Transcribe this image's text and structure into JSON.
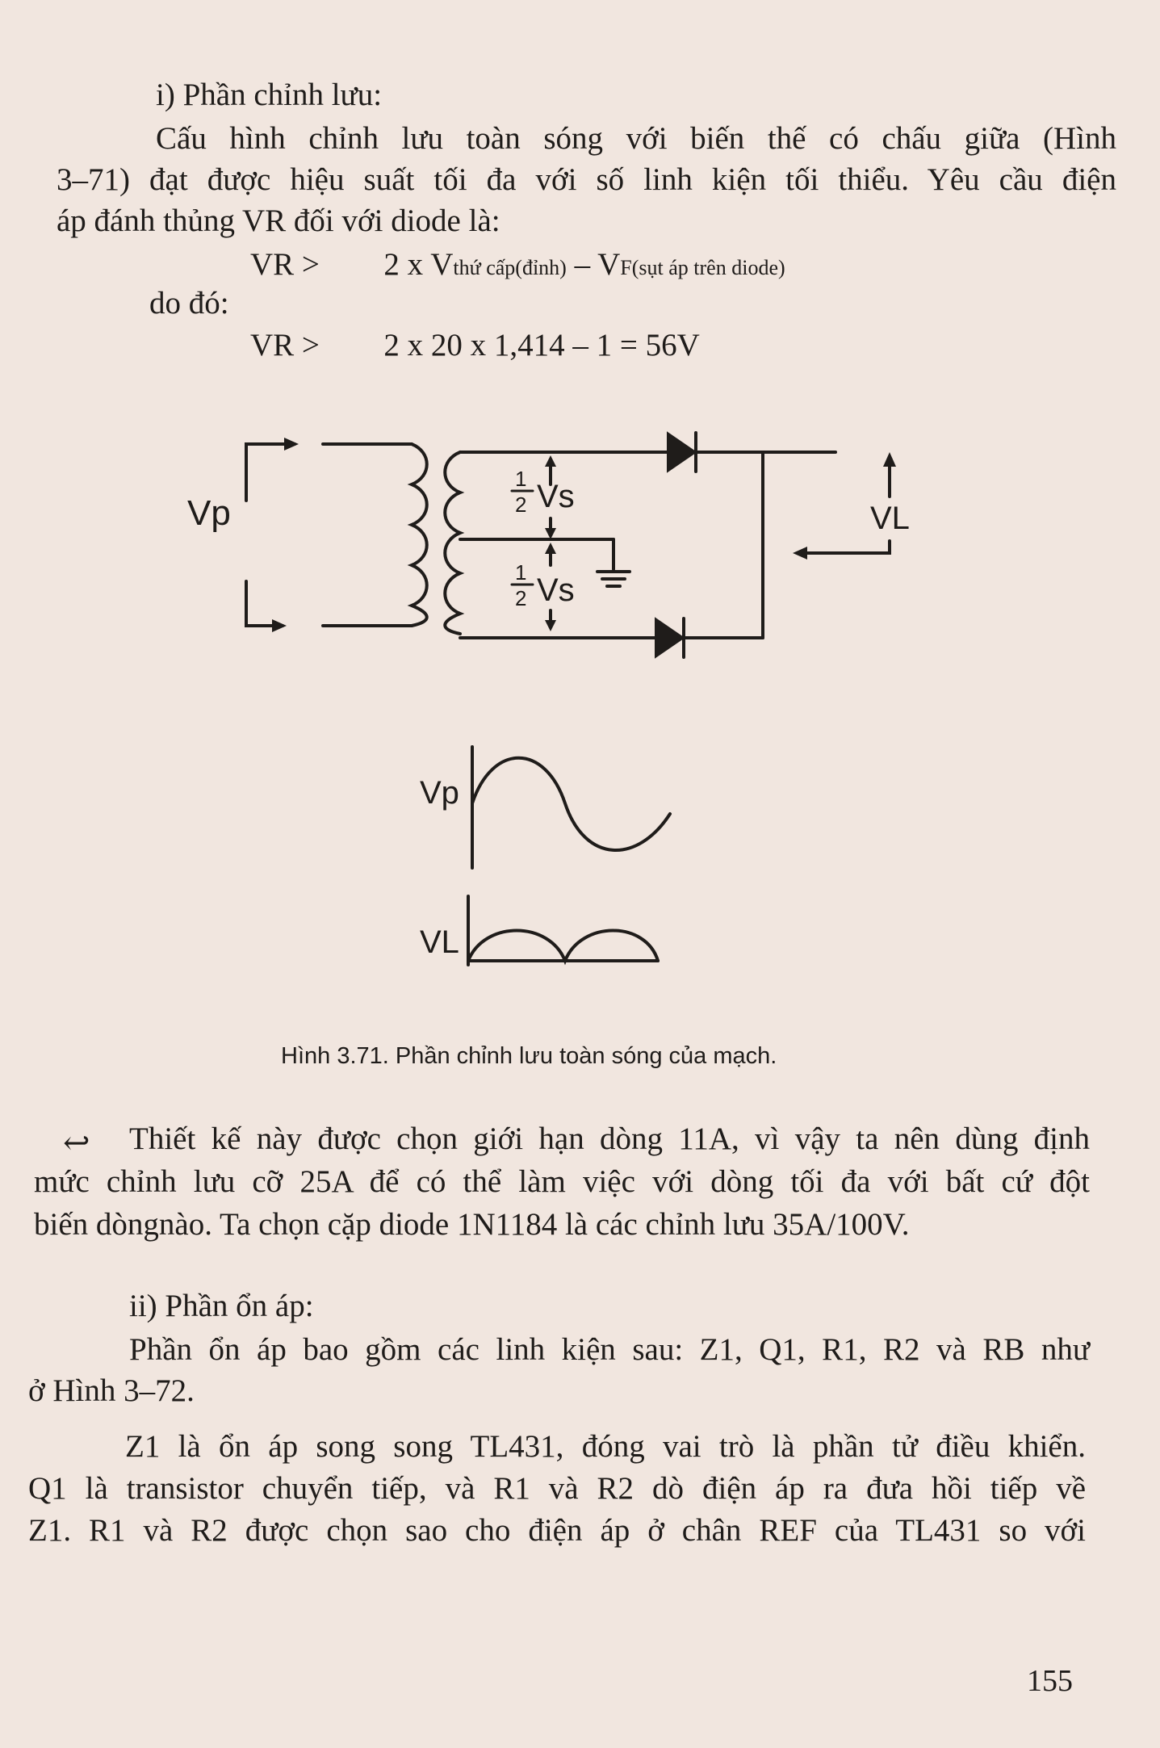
{
  "section1": {
    "heading": "i) Phần chỉnh lưu:",
    "para_lines": [
      "Cấu hình chỉnh lưu toàn sóng với biến thế có chấu giữa (Hình",
      "3–71) đạt được hiệu suất tối đa với số linh kiện tối thiểu. Yêu cầu điện",
      "áp đánh thủng VR đối với diode là:"
    ],
    "eq1": {
      "lhs": "VR  >",
      "term1": "2 x V",
      "term1_sub": "thứ cấp(đỉnh)",
      "minus": " – V",
      "term2_sub": "F(sụt áp trên diode)"
    },
    "therefore": "do đó:",
    "eq2": {
      "lhs": "VR >",
      "rhs": "2 x 20 x 1,414 – 1 = 56V"
    }
  },
  "figure": {
    "labels": {
      "vp": "Vp",
      "vl": "VL",
      "half": "1",
      "two": "2",
      "vs": "Vs"
    },
    "caption": "Hình 3.71. Phần chỉnh lưu toàn sóng của mạch."
  },
  "para2_lines": [
    "Thiết kế này được chọn giới hạn dòng 11A, vì vậy ta nên dùng định",
    "mức chỉnh lưu cỡ 25A để có thể làm việc với dòng tối đa với bất cứ đột",
    "biến dòngnào. Ta chọn cặp diode 1N1184 là các chỉnh lưu 35A/100V."
  ],
  "section2": {
    "heading": "ii) Phần ổn áp:",
    "para_lines": [
      "Phần ổn áp bao gồm các linh kiện sau: Z1, Q1, R1, R2 và RB như",
      "ở Hình 3–72."
    ],
    "para2_lines": [
      "Z1 là ổn áp song song TL431, đóng vai trò là phần tử điều khiển.",
      "Q1 là transistor chuyển tiếp, và R1 và R2 dò điện áp ra đưa hồi tiếp về",
      "Z1. R1 và R2 được chọn sao cho điện áp ở chân REF của TL431 so với"
    ]
  },
  "page_number": "155"
}
